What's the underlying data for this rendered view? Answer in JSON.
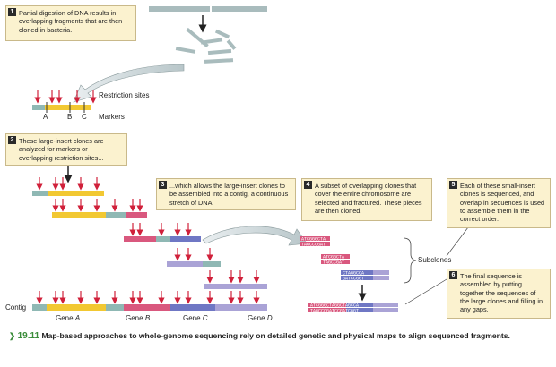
{
  "callouts": {
    "step1": {
      "number": "1",
      "text": "Partial digestion of DNA results in overlapping fragments that are then cloned in bacteria."
    },
    "step2": {
      "number": "2",
      "text": "These large-insert clones are analyzed for markers or overlapping restriction sites..."
    },
    "step3": {
      "number": "3",
      "text": "...which allows the large-insert clones to be assembled into a contig, a continuous stretch of DNA."
    },
    "step4": {
      "number": "4",
      "text": "A subset of overlapping clones that cover the entire chromosome are selected and fractured. These pieces are then cloned."
    },
    "step5": {
      "number": "5",
      "text": "Each of these small-insert clones is sequenced, and overlap in sequences is used to assemble them in the correct order."
    },
    "step6": {
      "number": "6",
      "text": "The final sequence is assembled by putting together the sequences of the large clones and filling in any gaps."
    }
  },
  "labels": {
    "restriction_sites": "Restriction sites",
    "markers": "Markers",
    "marker_a": "A",
    "marker_b": "B",
    "marker_c": "C",
    "subclones": "Subclones",
    "contig": "Contig",
    "gene_prefix": "Gene",
    "gene_a": "A",
    "gene_b": "B",
    "gene_c": "C",
    "gene_d": "D"
  },
  "sequences": {
    "s1a": "ATCGGGCTA",
    "s1b": "TAGCCCGAT",
    "s2a": "ATCGGCTA",
    "s2b": "TAGCCGAT",
    "s3a": "CTAGGCCA",
    "s3b": "GATCCGGT",
    "f1": "ATCGGGCTAGGCTAGCCA",
    "f2": "TAGCCCGATCCGATCGGT"
  },
  "caption": {
    "figure_number": "19.11",
    "text": "Map-based approaches to whole-genome sequencing rely on detailed genetic and physical maps to align sequenced fragments."
  },
  "colors": {
    "yellow": "#f2c832",
    "teal": "#8fb8b4",
    "pink": "#d9587e",
    "lilac": "#aaa3d6",
    "blue": "#6f77c4",
    "grey": "#a9bcbd",
    "arrow_red": "#d0203a"
  }
}
